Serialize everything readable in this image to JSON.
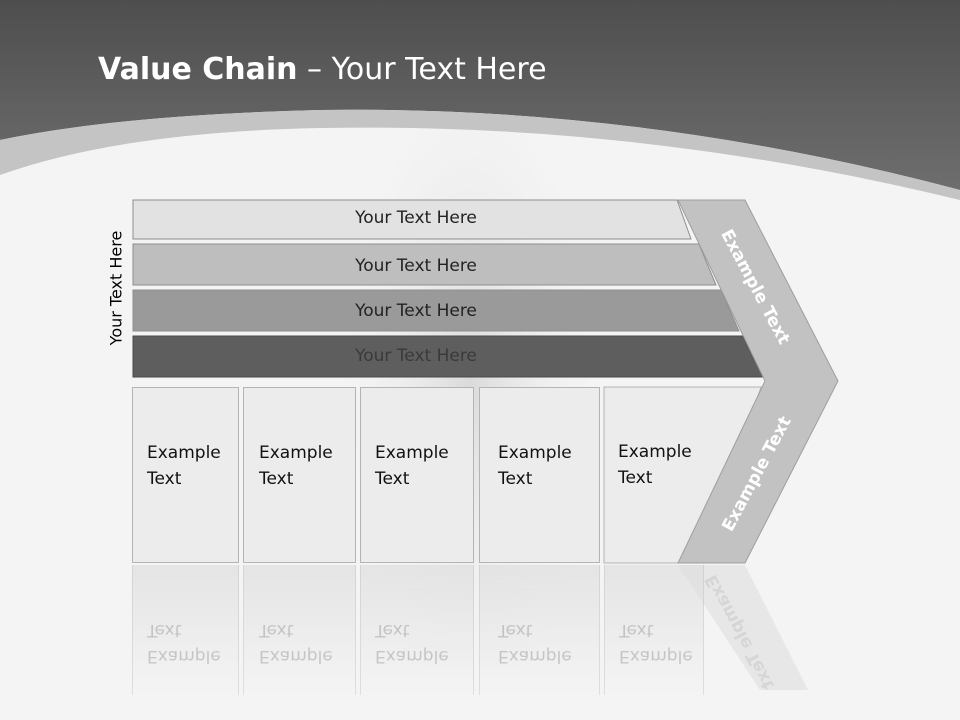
{
  "title": {
    "bold": "Value Chain",
    "rest": " – Your Text Here"
  },
  "side_label": "Your Text Here",
  "rows": [
    {
      "label": "Your Text Here",
      "fill": "#e2e2e2"
    },
    {
      "label": "Your Text Here",
      "fill": "#bebebe"
    },
    {
      "label": "Your Text Here",
      "fill": "#9a9a9a"
    },
    {
      "label": "Your Text Here",
      "fill": "#5e5e5e"
    }
  ],
  "boxes": [
    {
      "line1": "Example",
      "line2": "Text"
    },
    {
      "line1": "Example",
      "line2": "Text"
    },
    {
      "line1": "Example",
      "line2": "Text"
    },
    {
      "line1": "Example",
      "line2": "Text"
    },
    {
      "line1": "Example",
      "line2": "Text"
    }
  ],
  "chevron": {
    "top_label": "Example Text",
    "bottom_label": "Example Text",
    "fill": "#c2c2c2"
  },
  "colors": {
    "header": "#5a5a5a",
    "band": "#bdbdbd",
    "background": "#f4f4f4"
  }
}
